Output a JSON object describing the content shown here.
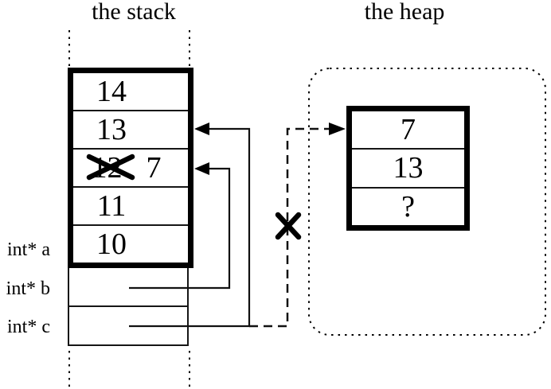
{
  "stack": {
    "title": "the stack",
    "rows": [
      {
        "value": "14"
      },
      {
        "value": "13"
      },
      {
        "old_value": "12",
        "value": "7"
      },
      {
        "value": "11"
      },
      {
        "value": "10"
      }
    ]
  },
  "heap": {
    "title": "the heap",
    "rows": [
      {
        "value": "7"
      },
      {
        "value": "13"
      },
      {
        "value": "?"
      }
    ]
  },
  "pointer_labels": {
    "a": "int* a",
    "b": "int* b",
    "c": "int* c"
  },
  "icons": {
    "pointer_b_arrow": "arrow-left-into-stack",
    "pointer_c_arrow": "arrow-left-into-stack",
    "dangling_arrow": "arrow-right-into-heap",
    "invalid_pointer_mark": "x-cross",
    "overwritten_value_mark": "x-cross"
  },
  "colors": {
    "ink": "#000000",
    "background": "#ffffff"
  }
}
